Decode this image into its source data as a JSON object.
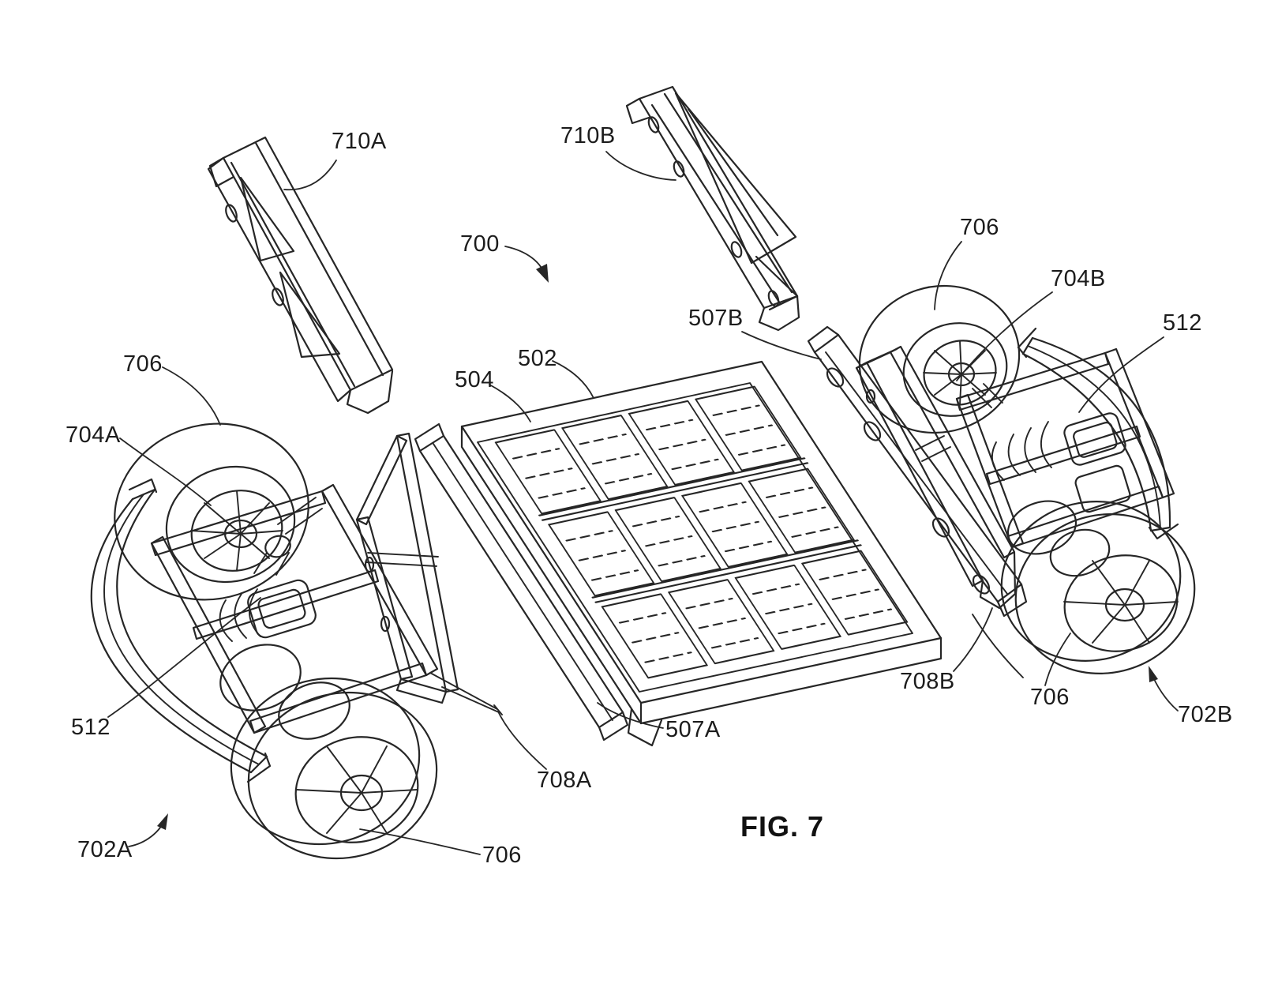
{
  "figure": {
    "caption": "FIG. 7",
    "ink_color": "#262626",
    "background": "#ffffff"
  },
  "labels": [
    {
      "id": "710A",
      "text": "710A"
    },
    {
      "id": "710B",
      "text": "710B"
    },
    {
      "id": "700",
      "text": "700"
    },
    {
      "id": "502",
      "text": "502"
    },
    {
      "id": "504",
      "text": "504"
    },
    {
      "id": "507A",
      "text": "507A"
    },
    {
      "id": "507B",
      "text": "507B"
    },
    {
      "id": "708A",
      "text": "708A"
    },
    {
      "id": "708B",
      "text": "708B"
    },
    {
      "id": "702A",
      "text": "702A"
    },
    {
      "id": "702B",
      "text": "702B"
    },
    {
      "id": "704A",
      "text": "704A"
    },
    {
      "id": "704B",
      "text": "704B"
    },
    {
      "id": "512-left",
      "text": "512"
    },
    {
      "id": "512-right",
      "text": "512"
    },
    {
      "id": "706-left",
      "text": "706"
    },
    {
      "id": "706-top-right",
      "text": "706"
    },
    {
      "id": "706-bottom-left",
      "text": "706"
    },
    {
      "id": "706-bottom-right",
      "text": "706"
    }
  ]
}
